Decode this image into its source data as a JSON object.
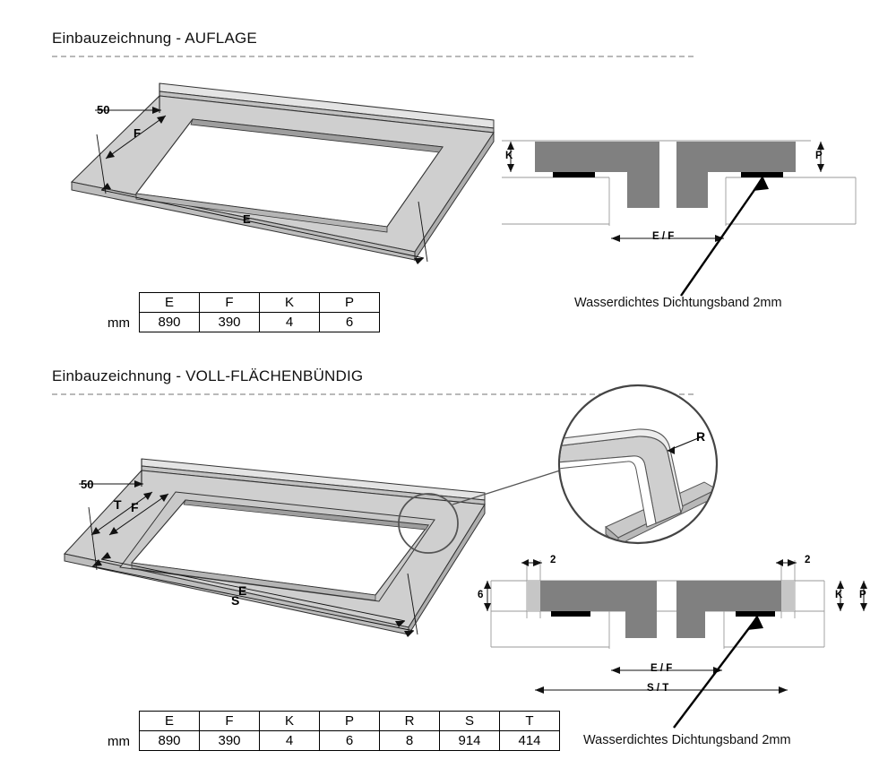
{
  "document": {
    "type": "installation-drawing",
    "unit": "mm"
  },
  "sections": [
    {
      "id": "auflage",
      "title": "Einbauzeichnung - AUFLAGE",
      "isometric_labels": {
        "inset": "50",
        "width": "F",
        "length": "E"
      },
      "section_labels": {
        "left_height": "K",
        "right_height": "P",
        "opening": "E / F"
      },
      "callout": "Wasserdichtes Dichtungsband 2mm",
      "table": {
        "headers": [
          "E",
          "F",
          "K",
          "P"
        ],
        "unit": "mm",
        "values": [
          "890",
          "390",
          "4",
          "6"
        ]
      }
    },
    {
      "id": "voll-flaechenbuendig",
      "title": "Einbauzeichnung - VOLL-FLÄCHENBÜNDIG",
      "isometric_labels": {
        "inset": "50",
        "inner_depth": "T",
        "width": "F",
        "length": "E",
        "outer_length": "S",
        "detail_radius": "R"
      },
      "section_labels": {
        "left_step": "2",
        "right_step": "2",
        "left_depth": "6",
        "left_height": "K",
        "right_height": "P",
        "opening": "E / F",
        "outer": "S / T"
      },
      "callout": "Wasserdichtes Dichtungsband 2mm",
      "table": {
        "headers": [
          "E",
          "F",
          "K",
          "P",
          "R",
          "S",
          "T"
        ],
        "unit": "mm",
        "values": [
          "890",
          "390",
          "4",
          "6",
          "8",
          "914",
          "414"
        ]
      }
    }
  ],
  "colors": {
    "worktop_fill": "#808080",
    "iso_face_light": "#d6d6d6",
    "iso_face_mid": "#c2c2c2",
    "iso_face_dark": "#b0b0b0",
    "sealing_tape": "#000000",
    "outline": "#000000",
    "thin_line": "#9a9a9a"
  }
}
